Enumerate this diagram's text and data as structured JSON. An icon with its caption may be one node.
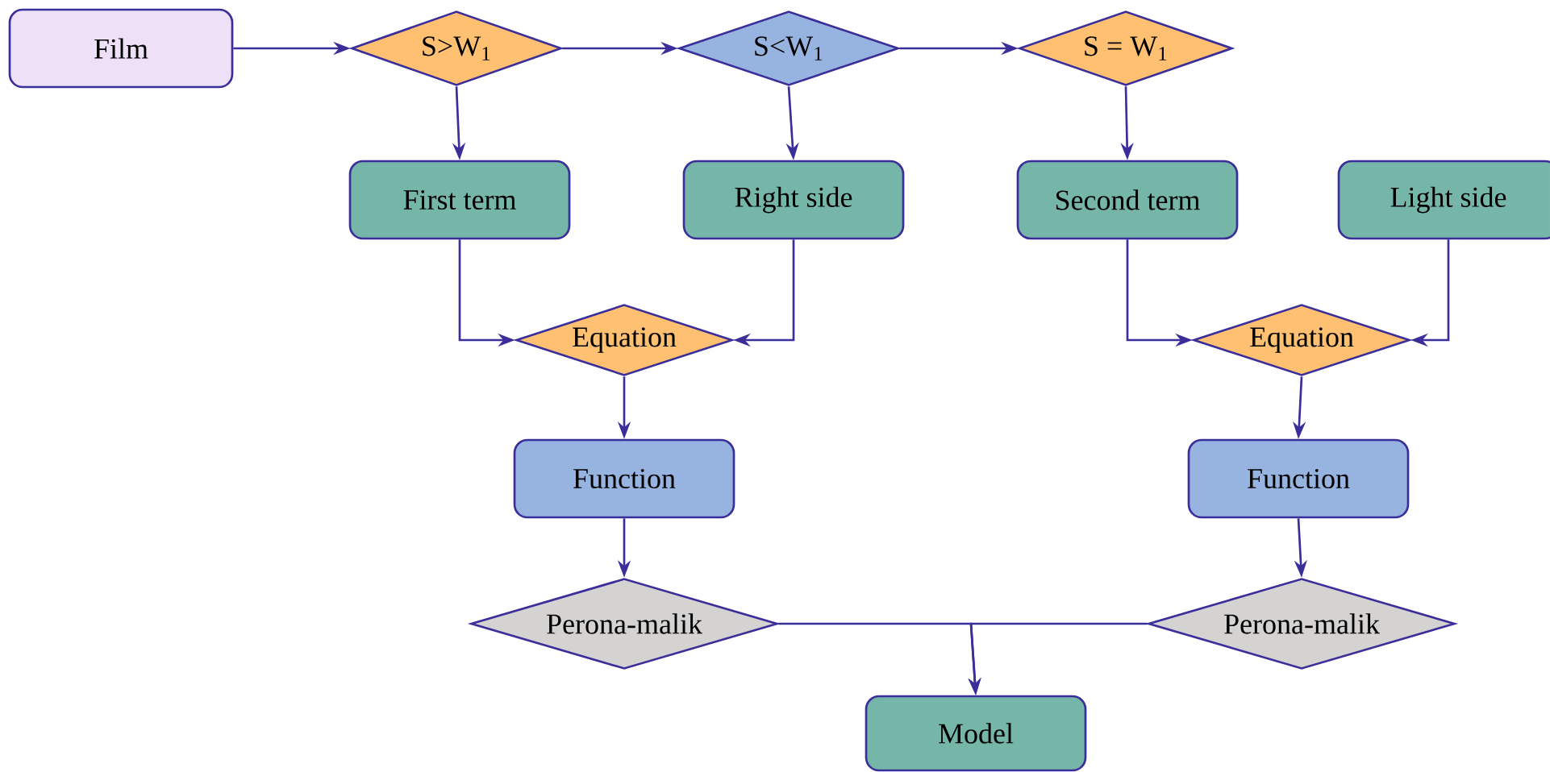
{
  "diagram": {
    "nodes": [
      {
        "text": [
          "Film"
        ]
      },
      {
        "text": [
          "S>W$_{1}$"
        ]
      },
      {
        "text": [
          "S<W$_{1}$"
        ]
      },
      {
        "text": [
          "S = W$_{1}$"
        ]
      },
      {
        "text": [
          "First term"
        ]
      },
      {
        "text": [
          "Right side"
        ]
      },
      {
        "text": [
          "Second term"
        ]
      },
      {
        "text": [
          "Light side"
        ]
      },
      {
        "text": [
          "Equation"
        ]
      },
      {
        "text": [
          "Equation"
        ]
      },
      {
        "text": [
          "Function"
        ]
      },
      {
        "text": [
          "Function"
        ]
      },
      {
        "text": [
          "Perona-malik"
        ]
      },
      {
        "text": [
          "Perona-malik"
        ]
      },
      {
        "text": [
          "Model"
        ]
      }
    ],
    "edges": [
      {
        "from": 0,
        "to": 1,
        "arrow": "to"
      },
      {
        "from": 1,
        "to": 2,
        "arrow": "to"
      },
      {
        "from": 2,
        "to": 3,
        "arrow": "to"
      },
      {
        "from": 1,
        "to": 4,
        "arrow": "to"
      },
      {
        "from": 2,
        "to": 5,
        "arrow": "to"
      },
      {
        "from": 3,
        "to": 6,
        "arrow": "to"
      },
      {
        "from": 4,
        "to": 8,
        "arrow": "to"
      },
      {
        "from": 5,
        "to": 8,
        "arrow": "to"
      },
      {
        "from": 6,
        "to": 9,
        "arrow": "to"
      },
      {
        "from": 7,
        "to": 9,
        "arrow": "to"
      },
      {
        "from": 8,
        "to": 10,
        "arrow": "to"
      },
      {
        "from": 9,
        "to": 11,
        "arrow": "to"
      },
      {
        "from": 10,
        "to": 12,
        "arrow": "to"
      },
      {
        "from": 11,
        "to": 13,
        "arrow": "to"
      },
      {
        "from": 12,
        "to": 14,
        "arrow": "to"
      },
      {
        "from": 13,
        "to": 14,
        "arrow": "to"
      }
    ]
  }
}
